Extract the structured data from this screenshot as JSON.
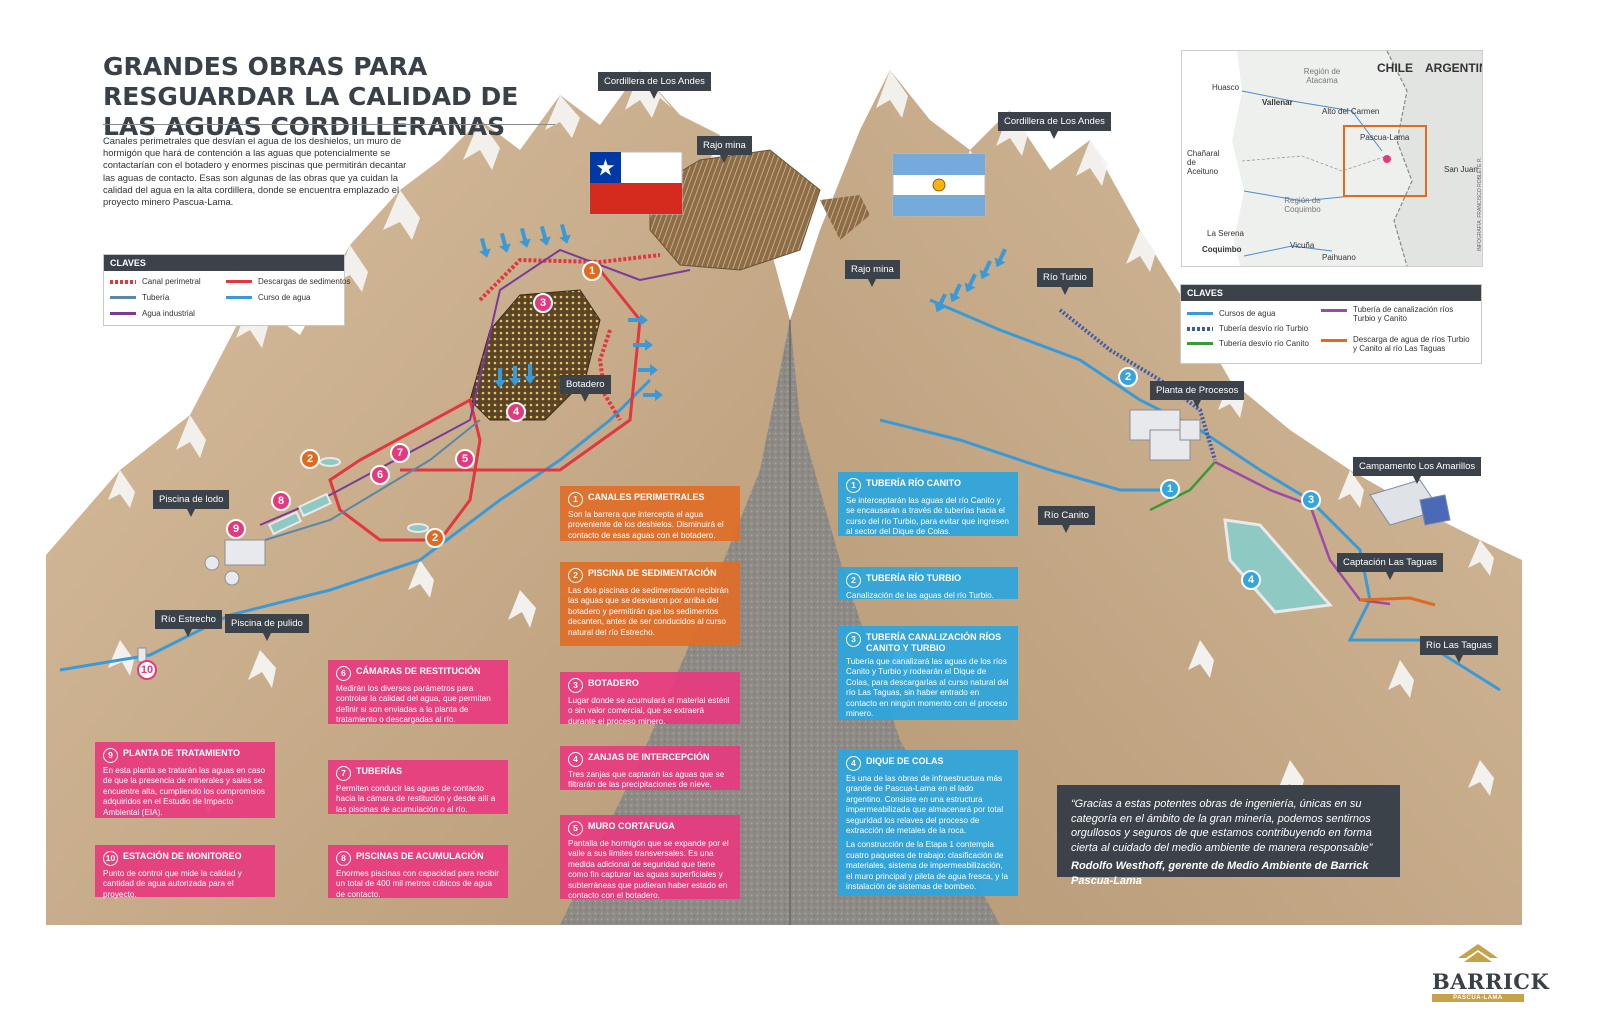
{
  "title": "GRANDES OBRAS PARA RESGUARDAR LA CALIDAD DE LAS AGUAS CORDILLERANAS",
  "intro": "Canales perimetrales que desvían el agua de los deshielos, un muro de hormigón que hará de contención a las aguas que potencialmente se contactarían con el botadero y enormes piscinas que permitirán decantar las aguas de contacto. Esas son algunas de las obras que ya cuidan la calidad del agua en la alta cordillera, donde se encuentra emplazado el proyecto minero Pascua-Lama.",
  "colors": {
    "dark": "#3b424a",
    "orange": "#e06a1f",
    "pink": "#e23a7d",
    "blue": "#35a5dc",
    "mountain": "#c9ad8c",
    "snow": "#f4f4f2",
    "gold": "#c6a24a"
  },
  "key_chile": {
    "head": "CLAVES",
    "items": [
      {
        "label": "Canal perimetral",
        "color": "#e1373f",
        "style": "dashed"
      },
      {
        "label": "Descargas de sedimentos",
        "color": "#e1373f",
        "style": "solid"
      },
      {
        "label": "Tubería",
        "color": "#5a87a8",
        "style": "solid"
      },
      {
        "label": "Curso de agua",
        "color": "#3a9ad8",
        "style": "solid"
      },
      {
        "label": "Agua industrial",
        "color": "#7a3b96",
        "style": "solid"
      }
    ]
  },
  "key_argentina": {
    "head": "CLAVES",
    "items": [
      {
        "label": "Cursos de agua",
        "color": "#3a9ad8",
        "style": "solid"
      },
      {
        "label": "Tubería de canalización ríos Turbio y Canito",
        "color": "#9c4aa8",
        "style": "solid"
      },
      {
        "label": "Tubería desvío río Turbio",
        "color": "#3d5aa8",
        "style": "dashed"
      },
      {
        "label": "Descarga de agua de ríos Turbio y Canito al río Las Taguas",
        "color": "#e06a1f",
        "style": "solid"
      },
      {
        "label": "Tubería desvío río Canito",
        "color": "#3a9a3a",
        "style": "solid"
      }
    ]
  },
  "place_labels": {
    "andes_left": "Cordillera de Los Andes",
    "andes_right": "Cordillera de Los Andes",
    "rajo_left": "Rajo mina",
    "rajo_right": "Rajo mina",
    "botadero": "Botadero",
    "piscina_lodo": "Piscina de lodo",
    "piscina_pulido": "Piscina de pulido",
    "rio_estrecho": "Río Estrecho",
    "rio_turbio": "Río Turbio",
    "planta_procesos": "Planta de Procesos",
    "rio_canito": "Río Canito",
    "campamento": "Campamento Los Amarillos",
    "captacion": "Captación Las Taguas",
    "rio_las_taguas": "Río Las Taguas"
  },
  "map": {
    "countries": [
      "CHILE",
      "ARGENTINA"
    ],
    "places": [
      "Huasco",
      "Región de Atacama",
      "Vallenar",
      "Alto del Carmen",
      "Pascua-Lama",
      "Chañaral de Aceituno",
      "San Juan",
      "Región de Coquimbo",
      "La Serena",
      "Coquimbo",
      "Vicuña",
      "Paihuano"
    ],
    "credit": "INFOGRAFÍA: FRANCISCO ROBLETE R."
  },
  "chile_cards": [
    {
      "n": "1",
      "title": "CANALES PERIMETRALES",
      "text": "Son la barrera que intercepta el agua proveniente de los deshielos. Disminuirá el contacto de esas aguas con el botadero."
    },
    {
      "n": "2",
      "title": "PISCINA DE SEDIMENTACIÓN",
      "text": "Las dos piscinas de sedimentación recibirán las aguas que se desviaron por arriba del botadero y permitirán que los sedimentos decanten, antes de ser conducidos al curso natural del río Estrecho."
    },
    {
      "n": "3",
      "title": "BOTADERO",
      "text": "Lugar donde se acumulará el material estéril o sin valor comercial, que se extraerá durante el proceso minero."
    },
    {
      "n": "4",
      "title": "ZANJAS DE INTERCEPCIÓN",
      "text": "Tres zanjas que captarán las aguas que se filtrarán de las precipitaciones de nieve."
    },
    {
      "n": "5",
      "title": "MURO CORTAFUGA",
      "text": "Pantalla de hormigón que se expande por el valle a sus límites transversales. Es una medida adicional de seguridad que tiene como fin capturar las aguas superficiales y subterráneas que pudieran haber estado en contacto con el botadero."
    },
    {
      "n": "6",
      "title": "CÁMARAS DE RESTITUCIÓN",
      "text": "Medirán los diversos parámetros para controlar la calidad del agua, que permitan definir si son enviadas a la planta de tratamiento o descargadas al río."
    },
    {
      "n": "7",
      "title": "TUBERÍAS",
      "text": "Permiten conducir las aguas de contacto hacia la cámara de restitución y desde allí a las piscinas de acumulación o al río."
    },
    {
      "n": "8",
      "title": "PISCINAS DE ACUMULACIÓN",
      "text": "Enormes piscinas con capacidad para recibir un total de 400 mil metros cúbicos de agua de contacto."
    },
    {
      "n": "9",
      "title": "PLANTA DE TRATAMIENTO",
      "text": "En esta planta se tratarán las aguas en caso de que la presencia de minerales y sales se encuentre alta, cumpliendo los compromisos adquiridos en el Estudio de Impacto Ambiental (EIA)."
    },
    {
      "n": "10",
      "title": "ESTACIÓN DE MONITOREO",
      "text": "Punto de control que mide la calidad y cantidad de agua autorizada para el proyecto."
    }
  ],
  "argentina_cards": [
    {
      "n": "1",
      "title": "TUBERÍA RÍO CANITO",
      "text": "Se interceptarán las aguas del río Canito y se encausarán a través de tuberías hacia el curso del río Turbio, para evitar que ingresen al sector del Dique de Colas."
    },
    {
      "n": "2",
      "title": "TUBERÍA RÍO TURBIO",
      "text": "Canalización de las aguas del río Turbio."
    },
    {
      "n": "3",
      "title": "TUBERÍA CANALIZACIÓN RÍOS CANITO Y TURBIO",
      "text": "Tubería que canalizará las aguas de los ríos Canito y Turbio y rodearán el Dique de Colas, para descargarlas al curso natural del río Las Taguas, sin haber entrado en contacto en ningún momento con el proceso minero."
    },
    {
      "n": "4",
      "title": "DIQUE DE COLAS",
      "text": "Es una de las obras de infraestructura más grande de Pascua-Lama en el lado argentino. Consiste en una estructura impermeabilizada que almacenará por total seguridad los relaves del proceso de extracción de metales de la roca.",
      "text2": "La construcción de la Etapa 1 contempla cuatro paquetes de trabajo: clasificación de materiales, sistema de impermeabilización, el muro principal y pileta de agua fresca, y la instalación de sistemas de bombeo."
    }
  ],
  "quote": {
    "text": "“Gracias a estas potentes obras de ingeniería, únicas en su categoría en el ámbito de la gran minería, podemos sentirnos orgullosos y seguros de que estamos contribuyendo en forma cierta al cuidado del medio ambiente de manera responsable”",
    "author": "Rodolfo Westhoff, gerente de Medio Ambiente de Barrick Pascua-Lama"
  },
  "logo": {
    "word": "BARRICK",
    "sub": "PASCUA-LAMA"
  }
}
